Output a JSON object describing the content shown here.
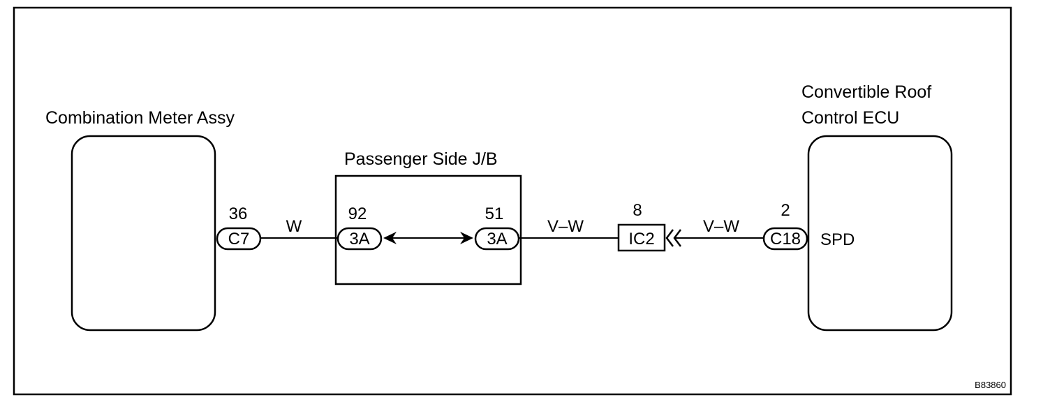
{
  "components": {
    "combination_meter": {
      "label": "Combination Meter Assy"
    },
    "junction_block": {
      "label": "Passenger Side J/B"
    },
    "roof_ecu": {
      "label_line1": "Convertible Roof",
      "label_line2": "Control ECU",
      "terminal": "SPD"
    }
  },
  "connectors": {
    "c7": {
      "id": "C7",
      "pin": "36"
    },
    "jb_left": {
      "id": "3A",
      "pin": "92"
    },
    "jb_right": {
      "id": "3A",
      "pin": "51"
    },
    "ic2": {
      "id": "IC2",
      "pin": "8"
    },
    "c18": {
      "id": "C18",
      "pin": "2"
    }
  },
  "wires": {
    "w1": {
      "color": "W"
    },
    "w2": {
      "color": "V–W"
    },
    "w3": {
      "color": "V–W"
    }
  },
  "figure_id": "B83860"
}
